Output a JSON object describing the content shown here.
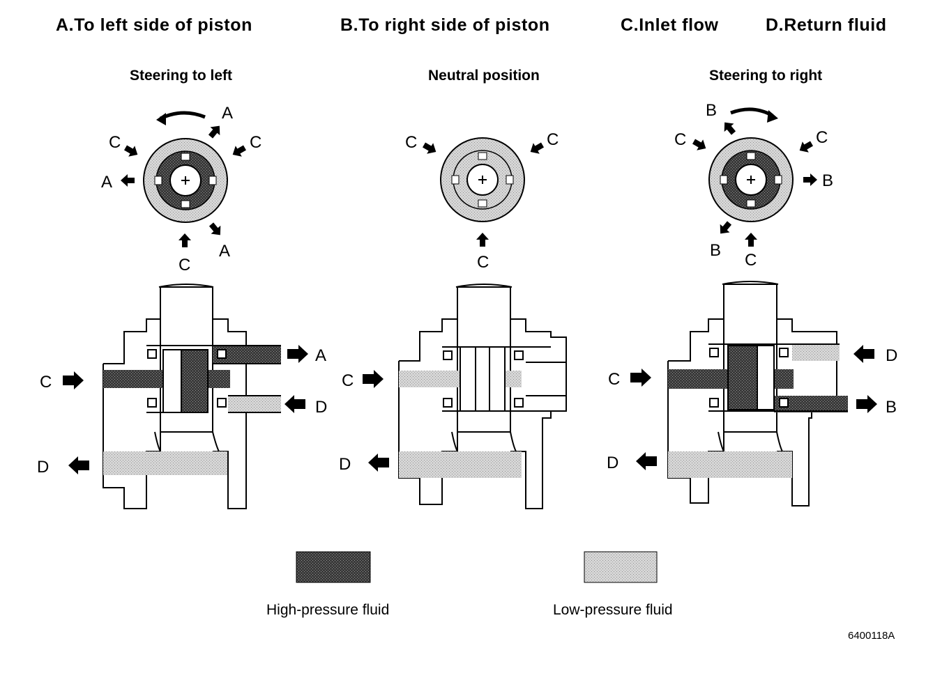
{
  "headers": {
    "a": "A.To left side of piston",
    "b": "B.To right side of piston",
    "c": "C.Inlet flow",
    "d": "D.Return fluid"
  },
  "subtitles": {
    "left": "Steering to left",
    "center": "Neutral position",
    "right": "Steering to right"
  },
  "port_labels": {
    "a": "A",
    "b": "B",
    "c": "C",
    "d": "D"
  },
  "legend": {
    "high": "High-pressure fluid",
    "low": "Low-pressure fluid"
  },
  "figure_id": "6400118A",
  "colors": {
    "high_pressure": "#444444",
    "low_pressure": "#bdbdbd",
    "line": "#000000"
  }
}
